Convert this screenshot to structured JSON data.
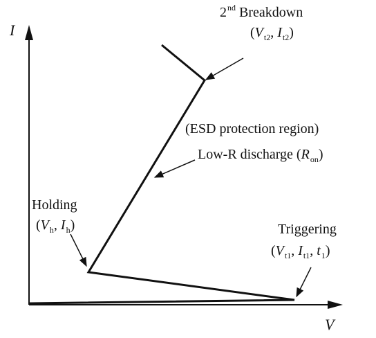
{
  "axes": {
    "y_label": "I",
    "x_label": "V"
  },
  "colors": {
    "ink": "#111111",
    "background": "#ffffff"
  },
  "labels": {
    "breakdown": {
      "ordinal": "2",
      "ordinal_suffix": "nd",
      "text": "Breakdown",
      "v": "V",
      "v_sub": "t2",
      "i": "I",
      "i_sub": "t2"
    },
    "esd_region": "(ESD protection region)",
    "discharge": {
      "text": "Low-R discharge (",
      "r": "R",
      "r_sub": "on",
      "close": ")"
    },
    "holding": {
      "text": "Holding",
      "v": "V",
      "v_sub": "h",
      "i": "I",
      "i_sub": "h"
    },
    "triggering": {
      "text": "Triggering",
      "v": "V",
      "v_sub": "t1",
      "i": "I",
      "i_sub": "t1",
      "t": "t",
      "t_sub": "1"
    }
  }
}
